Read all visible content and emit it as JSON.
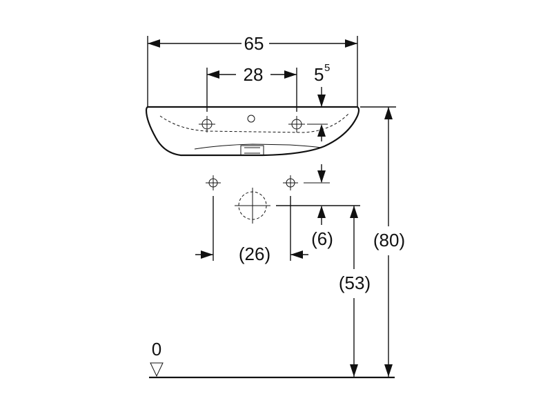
{
  "dimensions": {
    "width": "65",
    "tap_hole_spacing": "28",
    "edge_offset_main": "5",
    "edge_offset_sup": "5",
    "fixing_spacing": "(26)",
    "fixing_height_offset": "(6)",
    "total_height": "(80)",
    "fixing_height": "(53)",
    "floor_level": "0"
  },
  "colors": {
    "ink": "#111111",
    "background": "#ffffff"
  }
}
